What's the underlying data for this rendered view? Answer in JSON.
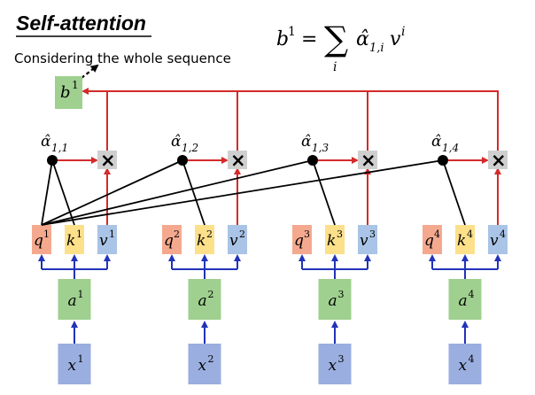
{
  "title": "Self-attention",
  "caption": "Considering the whole sequence",
  "formula": {
    "lhs_base": "b",
    "lhs_sup": "1",
    "equals": "=",
    "sum": "∑",
    "sum_index": "i",
    "alpha": "α̂",
    "alpha_sub": "1,i",
    "v": "v",
    "v_sup": "i"
  },
  "output": {
    "base": "b",
    "sup": "1"
  },
  "columns": [
    {
      "q": "q",
      "k": "k",
      "v": "v",
      "a": "a",
      "x": "x",
      "idx": "1",
      "alpha": "α̂",
      "alpha_sub": "1,1"
    },
    {
      "q": "q",
      "k": "k",
      "v": "v",
      "a": "a",
      "x": "x",
      "idx": "2",
      "alpha": "α̂",
      "alpha_sub": "1,2"
    },
    {
      "q": "q",
      "k": "k",
      "v": "v",
      "a": "a",
      "x": "x",
      "idx": "3",
      "alpha": "α̂",
      "alpha_sub": "1,3"
    },
    {
      "q": "q",
      "k": "k",
      "v": "v",
      "a": "a",
      "x": "x",
      "idx": "4",
      "alpha": "α̂",
      "alpha_sub": "1,4"
    }
  ],
  "multiply_symbol": "×",
  "colors": {
    "q_box": "#f4a98f",
    "k_box": "#fde08a",
    "v_box": "#a9c4e6",
    "a_box": "#9fd08f",
    "x_box": "#9aaee0",
    "b_box": "#9fd08f",
    "mult_box": "#cfcfcf",
    "red_line": "#d42a2a",
    "blue_line": "#2233b8",
    "black": "#000000"
  }
}
